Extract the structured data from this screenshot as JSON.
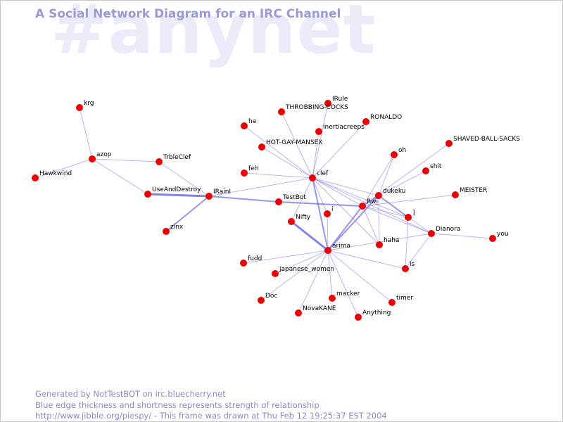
{
  "watermark": "#anynet",
  "title": "A Social Network Diagram for an IRC Channel",
  "footer": {
    "line1": "Generated by NotTestBOT on irc.bluecherry.net",
    "line2": "Blue edge thickness and shortness represents strength of relationship",
    "line3": "http://www.jibble.org/piespy/ - This frame was drawn at Thu Feb 12 19:25:37 EST 2004"
  },
  "colors": {
    "node": "#ee0000",
    "edge": "#7b7be8",
    "title": "#9a9ad8",
    "watermark": "#ebebfa"
  },
  "nodes": [
    {
      "id": "krg",
      "label": "krg"
    },
    {
      "id": "azop",
      "label": "azop"
    },
    {
      "id": "Hawkwind",
      "label": "Hawkwind"
    },
    {
      "id": "TrbleClef",
      "label": "TrbleClef"
    },
    {
      "id": "UseAndDestroy",
      "label": "UseAndDestroy"
    },
    {
      "id": "IRainI",
      "label": "IRainI"
    },
    {
      "id": "zinx",
      "label": "zinx"
    },
    {
      "id": "IRule",
      "label": "IRule"
    },
    {
      "id": "THROBBING-COCKS",
      "label": "THROBBING-COCKS"
    },
    {
      "id": "RONALDO",
      "label": "RONALDO"
    },
    {
      "id": "he",
      "label": "he"
    },
    {
      "id": "inertiacreeps",
      "label": "inertiacreeps"
    },
    {
      "id": "HOT-GAY-MANSEX",
      "label": "HOT-GAY-MANSEX"
    },
    {
      "id": "feh",
      "label": "feh"
    },
    {
      "id": "clef",
      "label": "clef"
    },
    {
      "id": "SHAVED-BALL-SACKS",
      "label": "SHAVED-BALL-SACKS"
    },
    {
      "id": "oh",
      "label": "oh"
    },
    {
      "id": "shit",
      "label": "shit"
    },
    {
      "id": "TestBot",
      "label": "TestBot"
    },
    {
      "id": "dukeku",
      "label": "dukeku"
    },
    {
      "id": "MEISTER",
      "label": "MEISTER"
    },
    {
      "id": "Rwi",
      "label": "Rwi"
    },
    {
      "id": "i",
      "label": "i"
    },
    {
      "id": "]",
      "label": "]"
    },
    {
      "id": "Nifty",
      "label": "Nifty"
    },
    {
      "id": "Dianora",
      "label": "Dianora"
    },
    {
      "id": "you",
      "label": "you"
    },
    {
      "id": "haha",
      "label": "haha"
    },
    {
      "id": "arima",
      "label": "arima"
    },
    {
      "id": "fudd",
      "label": "fudd"
    },
    {
      "id": "japanese_women",
      "label": "japanese_women"
    },
    {
      "id": "is",
      "label": "is"
    },
    {
      "id": "Doc",
      "label": "Doc"
    },
    {
      "id": "macker",
      "label": "macker"
    },
    {
      "id": "timer",
      "label": "timer"
    },
    {
      "id": "NovaKANE",
      "label": "NovaKANE"
    },
    {
      "id": "Anything",
      "label": "Anything"
    }
  ],
  "edges": [
    {
      "source": "krg",
      "target": "azop",
      "strength": 1
    },
    {
      "source": "Hawkwind",
      "target": "azop",
      "strength": 1
    },
    {
      "source": "azop",
      "target": "TrbleClef",
      "strength": 1
    },
    {
      "source": "azop",
      "target": "UseAndDestroy",
      "strength": 1
    },
    {
      "source": "TrbleClef",
      "target": "IRainI",
      "strength": 1
    },
    {
      "source": "UseAndDestroy",
      "target": "IRainI",
      "strength": 3
    },
    {
      "source": "zinx",
      "target": "IRainI",
      "strength": 2
    },
    {
      "source": "IRainI",
      "target": "TestBot",
      "strength": 2
    },
    {
      "source": "IRainI",
      "target": "clef",
      "strength": 1
    },
    {
      "source": "TestBot",
      "target": "Rwi",
      "strength": 2
    },
    {
      "source": "IRule",
      "target": "clef",
      "strength": 1
    },
    {
      "source": "THROBBING-COCKS",
      "target": "clef",
      "strength": 1
    },
    {
      "source": "RONALDO",
      "target": "clef",
      "strength": 1
    },
    {
      "source": "he",
      "target": "clef",
      "strength": 1
    },
    {
      "source": "inertiacreeps",
      "target": "clef",
      "strength": 1
    },
    {
      "source": "HOT-GAY-MANSEX",
      "target": "clef",
      "strength": 1
    },
    {
      "source": "feh",
      "target": "clef",
      "strength": 1
    },
    {
      "source": "clef",
      "target": "Nifty",
      "strength": 1
    },
    {
      "source": "clef",
      "target": "arima",
      "strength": 2
    },
    {
      "source": "clef",
      "target": "Rwi",
      "strength": 1
    },
    {
      "source": "clef",
      "target": "dukeku",
      "strength": 1
    },
    {
      "source": "clef",
      "target": "i",
      "strength": 1
    },
    {
      "source": "clef",
      "target": "]",
      "strength": 1
    },
    {
      "source": "clef",
      "target": "Dianora",
      "strength": 1
    },
    {
      "source": "clef",
      "target": "haha",
      "strength": 1
    },
    {
      "source": "Nifty",
      "target": "arima",
      "strength": 3
    },
    {
      "source": "i",
      "target": "arima",
      "strength": 1
    },
    {
      "source": "Rwi",
      "target": "arima",
      "strength": 2
    },
    {
      "source": "dukeku",
      "target": "arima",
      "strength": 2
    },
    {
      "source": "dukeku",
      "target": "Rwi",
      "strength": 2
    },
    {
      "source": "oh",
      "target": "dukeku",
      "strength": 1
    },
    {
      "source": "oh",
      "target": "Rwi",
      "strength": 1
    },
    {
      "source": "shit",
      "target": "dukeku",
      "strength": 1
    },
    {
      "source": "SHAVED-BALL-SACKS",
      "target": "Rwi",
      "strength": 1
    },
    {
      "source": "MEISTER",
      "target": "Rwi",
      "strength": 1
    },
    {
      "source": "dukeku",
      "target": "]",
      "strength": 2
    },
    {
      "source": "dukeku",
      "target": "haha",
      "strength": 1
    },
    {
      "source": "Rwi",
      "target": "]",
      "strength": 1
    },
    {
      "source": "Rwi",
      "target": "Dianora",
      "strength": 1
    },
    {
      "source": "Rwi",
      "target": "haha",
      "strength": 1
    },
    {
      "source": "]",
      "target": "Dianora",
      "strength": 1
    },
    {
      "source": "]",
      "target": "is",
      "strength": 1
    },
    {
      "source": "Dianora",
      "target": "you",
      "strength": 1
    },
    {
      "source": "Dianora",
      "target": "is",
      "strength": 1
    },
    {
      "source": "arima",
      "target": "is",
      "strength": 1
    },
    {
      "source": "arima",
      "target": "fudd",
      "strength": 1
    },
    {
      "source": "arima",
      "target": "japanese_women",
      "strength": 1
    },
    {
      "source": "arima",
      "target": "Doc",
      "strength": 1
    },
    {
      "source": "arima",
      "target": "macker",
      "strength": 1
    },
    {
      "source": "arima",
      "target": "timer",
      "strength": 1
    },
    {
      "source": "arima",
      "target": "NovaKANE",
      "strength": 1
    },
    {
      "source": "arima",
      "target": "Anything",
      "strength": 1
    },
    {
      "source": "arima",
      "target": "Dianora",
      "strength": 1
    }
  ]
}
